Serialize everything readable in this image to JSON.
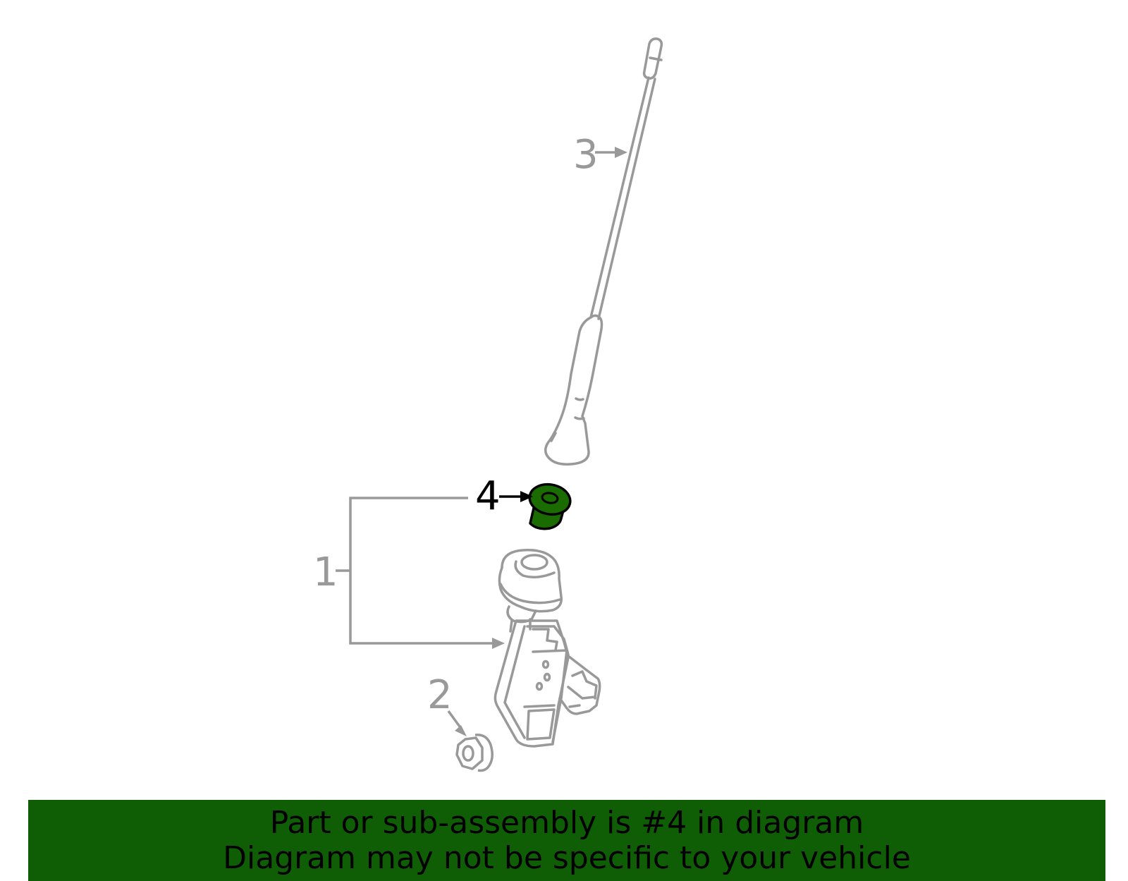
{
  "colors": {
    "line": "#999999",
    "highlight_fill": "#1a6b00",
    "highlight_stroke": "#000000",
    "banner_bg": "#0f5e05",
    "banner_text": "#000000",
    "background": "#ffffff"
  },
  "callouts": {
    "item_1": "1",
    "item_2": "2",
    "item_3": "3",
    "item_4": "4"
  },
  "highlighted_part": "4",
  "banner": {
    "line1": "Part or sub-assembly is #4 in diagram",
    "line2": "Diagram may not be specific to your vehicle"
  }
}
